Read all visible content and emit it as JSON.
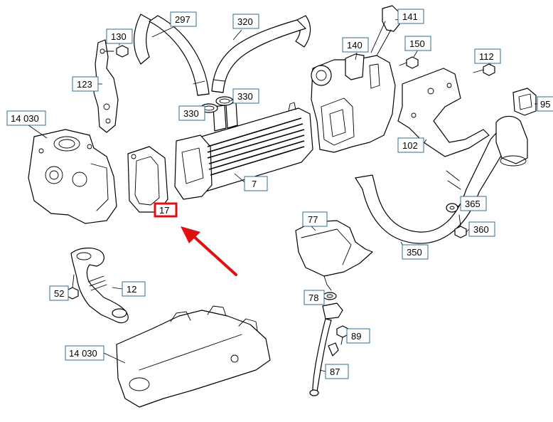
{
  "diagram": {
    "callouts": [
      {
        "id": "297",
        "label": "297"
      },
      {
        "id": "320",
        "label": "320"
      },
      {
        "id": "141",
        "label": "141"
      },
      {
        "id": "130",
        "label": "130"
      },
      {
        "id": "140",
        "label": "140"
      },
      {
        "id": "150",
        "label": "150"
      },
      {
        "id": "112",
        "label": "112"
      },
      {
        "id": "123",
        "label": "123"
      },
      {
        "id": "330-left",
        "label": "330"
      },
      {
        "id": "330-right",
        "label": "330"
      },
      {
        "id": "95",
        "label": "95"
      },
      {
        "id": "14030-top",
        "label": "14 030"
      },
      {
        "id": "102",
        "label": "102"
      },
      {
        "id": "7",
        "label": "7"
      },
      {
        "id": "17",
        "label": "17"
      },
      {
        "id": "365",
        "label": "365"
      },
      {
        "id": "77",
        "label": "77"
      },
      {
        "id": "360",
        "label": "360"
      },
      {
        "id": "350",
        "label": "350"
      },
      {
        "id": "52",
        "label": "52"
      },
      {
        "id": "12",
        "label": "12"
      },
      {
        "id": "78",
        "label": "78"
      },
      {
        "id": "89",
        "label": "89"
      },
      {
        "id": "14030-bottom",
        "label": "14 030"
      },
      {
        "id": "87",
        "label": "87"
      }
    ],
    "highlight": {
      "target": "17",
      "color": "#e01010"
    },
    "colors": {
      "callout_border": "#2f6f8f",
      "line": "#000000",
      "highlight": "#e01010"
    }
  }
}
